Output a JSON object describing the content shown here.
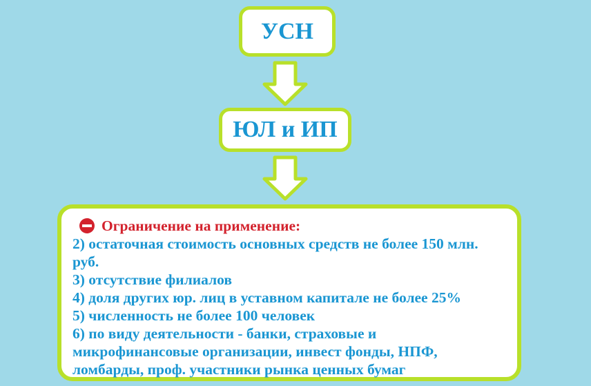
{
  "diagram": {
    "nodes": [
      {
        "id": "usn",
        "label": "УСН"
      },
      {
        "id": "ul_ip",
        "label": "ЮЛ и ИП"
      }
    ],
    "limits": {
      "icon": "stop-icon",
      "heading": "Ограничение на применение:",
      "items": [
        "2) остаточная стоимость основных средств не более 150 млн. руб.",
        "3) отсутствие филиалов",
        "4) доля других юр. лиц в уставном капитале не более 25%",
        "5) численность не более 100 человек",
        "6) по виду деятельности - банки, страховые и микрофинансовые организации, инвест фонды, НПФ, ломбарды, проф. участники рынка ценных бумаг"
      ]
    },
    "colors": {
      "background": "#9fd9e8",
      "border": "#b8e02a",
      "text": "#1a96d2",
      "heading": "#d3222d"
    }
  }
}
